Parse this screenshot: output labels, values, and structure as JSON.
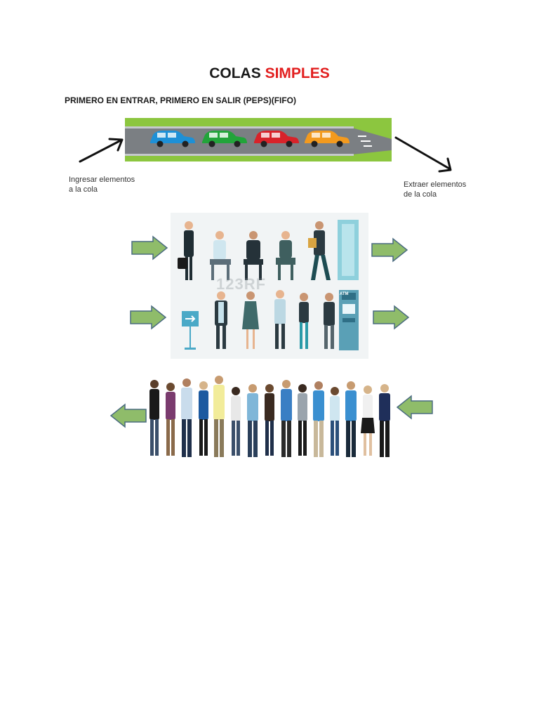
{
  "heading": {
    "part1": "COLAS",
    "part2": "SIMPLES"
  },
  "subtitle": "PRIMERO EN ENTRAR, PRIMERO EN SALIR (PEPS)(FIFO)",
  "captions": {
    "ingresar_line1": "Ingresar elementos",
    "ingresar_line2": "a la cola",
    "extraer_line1": "Extraer elementos",
    "extraer_line2": "de la cola"
  },
  "illustration": {
    "watermark": "123RF",
    "atm_label": "ATM"
  },
  "colors": {
    "title_red": "#e21f1f",
    "arrow_fill": "#8fbc6a",
    "arrow_stroke": "#4a6b80",
    "grass": "#8cc63f",
    "road": "#7b7f83",
    "cars": [
      "#1e90d6",
      "#22a43a",
      "#d8232a",
      "#f39a1e"
    ]
  },
  "icons": [
    "arrow-right-icon",
    "arrow-left-icon",
    "car-icon",
    "person-icon",
    "atm-icon",
    "door-icon"
  ]
}
